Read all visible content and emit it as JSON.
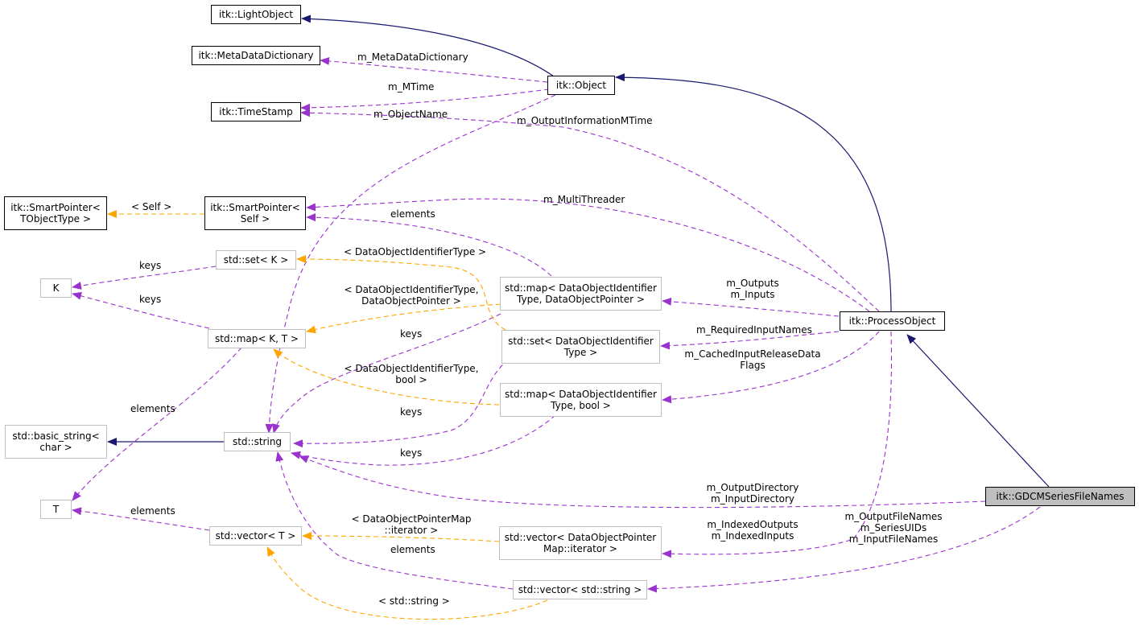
{
  "colors": {
    "inherit": "#191970",
    "usage": "#9a32cd",
    "template": "#ffa500"
  },
  "nodes": {
    "light_object": "itk::LightObject",
    "meta_data_dictionary": "itk::MetaDataDictionary",
    "object": "itk::Object",
    "time_stamp": "itk::TimeStamp",
    "smart_pointer_tobjecttype": "itk::SmartPointer<\nTObjectType >",
    "smart_pointer_self": "itk::SmartPointer<\nSelf >",
    "set_k": "std::set< K >",
    "k": "K",
    "map_k_t": "std::map< K, T >",
    "basic_string_char": "std::basic_string<\nchar >",
    "string": "std::string",
    "t": "T",
    "vector_t": "std::vector< T >",
    "map_dataobject_pointer": "std::map< DataObjectIdentifier\nType, DataObjectPointer >",
    "set_dataobject_identifier": "std::set< DataObjectIdentifier\nType >",
    "map_dataobject_bool": "std::map< DataObjectIdentifier\nType, bool >",
    "vector_iterator": "std::vector< DataObjectPointer\nMap::iterator >",
    "vector_string": "std::vector< std::string >",
    "process_object": "itk::ProcessObject",
    "gdcm_series_file_names": "itk::GDCMSeriesFileNames"
  },
  "edge_labels": {
    "m_metadata_dictionary": "m_MetaDataDictionary",
    "m_mtime": "m_MTime",
    "m_object_name": "m_ObjectName",
    "m_output_information_mtime": "m_OutputInformationMTime",
    "self_template": "< Self >",
    "m_multi_threader": "m_MultiThreader",
    "elements_smart": "elements",
    "dataobject_identifier_type": "< DataObjectIdentifierType >",
    "keys_set": "keys",
    "dataobject_identifier_pointer": "< DataObjectIdentifierType,\nDataObjectPointer >",
    "keys_map": "keys",
    "m_outputs_inputs": "m_Outputs\nm_Inputs",
    "keys_string_1": "keys",
    "m_required_input_names": "m_RequiredInputNames",
    "dataobject_identifier_bool": "< DataObjectIdentifierType,\nbool >",
    "m_cached_input_release": "m_CachedInputReleaseData\nFlags",
    "elements_t": "elements",
    "keys_string_2": "keys",
    "keys_string_3": "keys",
    "m_output_input_directory": "m_OutputDirectory\nm_InputDirectory",
    "elements_vector_t": "elements",
    "dataobject_pointer_map_iterator": "< DataObjectPointerMap\n::iterator >",
    "m_indexed_outputs_inputs": "m_IndexedOutputs\nm_IndexedInputs",
    "elements_vector_string": "elements",
    "m_output_file_names": "m_OutputFileNames\nm_SeriesUIDs\nm_InputFileNames",
    "std_string_template": "< std::string >"
  }
}
